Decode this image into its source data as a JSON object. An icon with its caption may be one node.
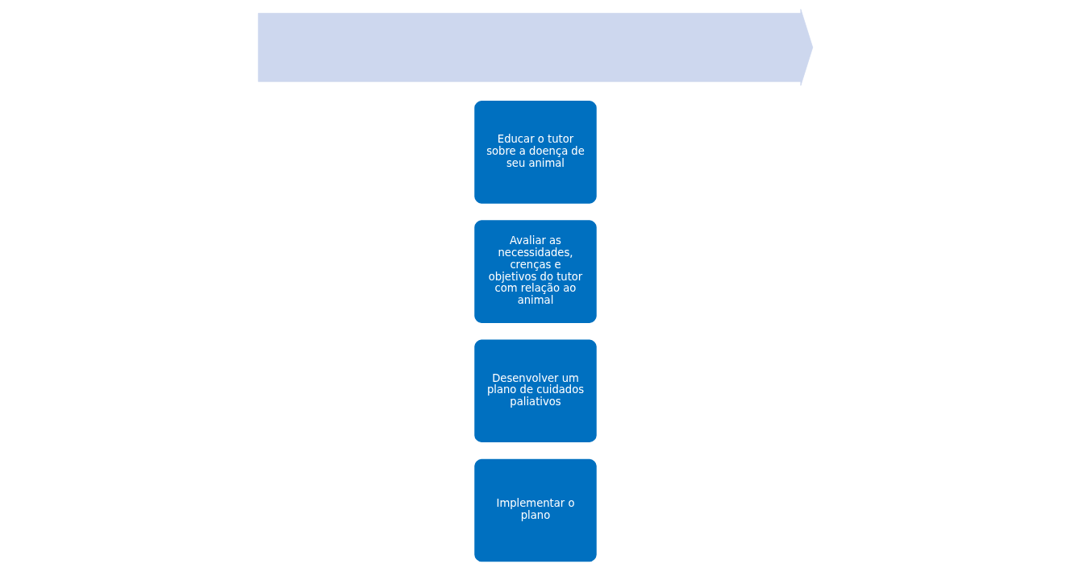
{
  "diagram": {
    "nodes": [
      {
        "text": [
          "Educar o tutor sobre a doença de seu animal"
        ]
      },
      {
        "text": [
          "Avaliar as necessidades, crenças e objetivos do tutor com relação ao animal"
        ]
      },
      {
        "text": [
          "Desenvolver um plano de cuidados paliativos"
        ]
      },
      {
        "text": [
          "Implementar o plano"
        ]
      },
      {
        "text": [],
        "shape": "arrow"
      }
    ]
  }
}
